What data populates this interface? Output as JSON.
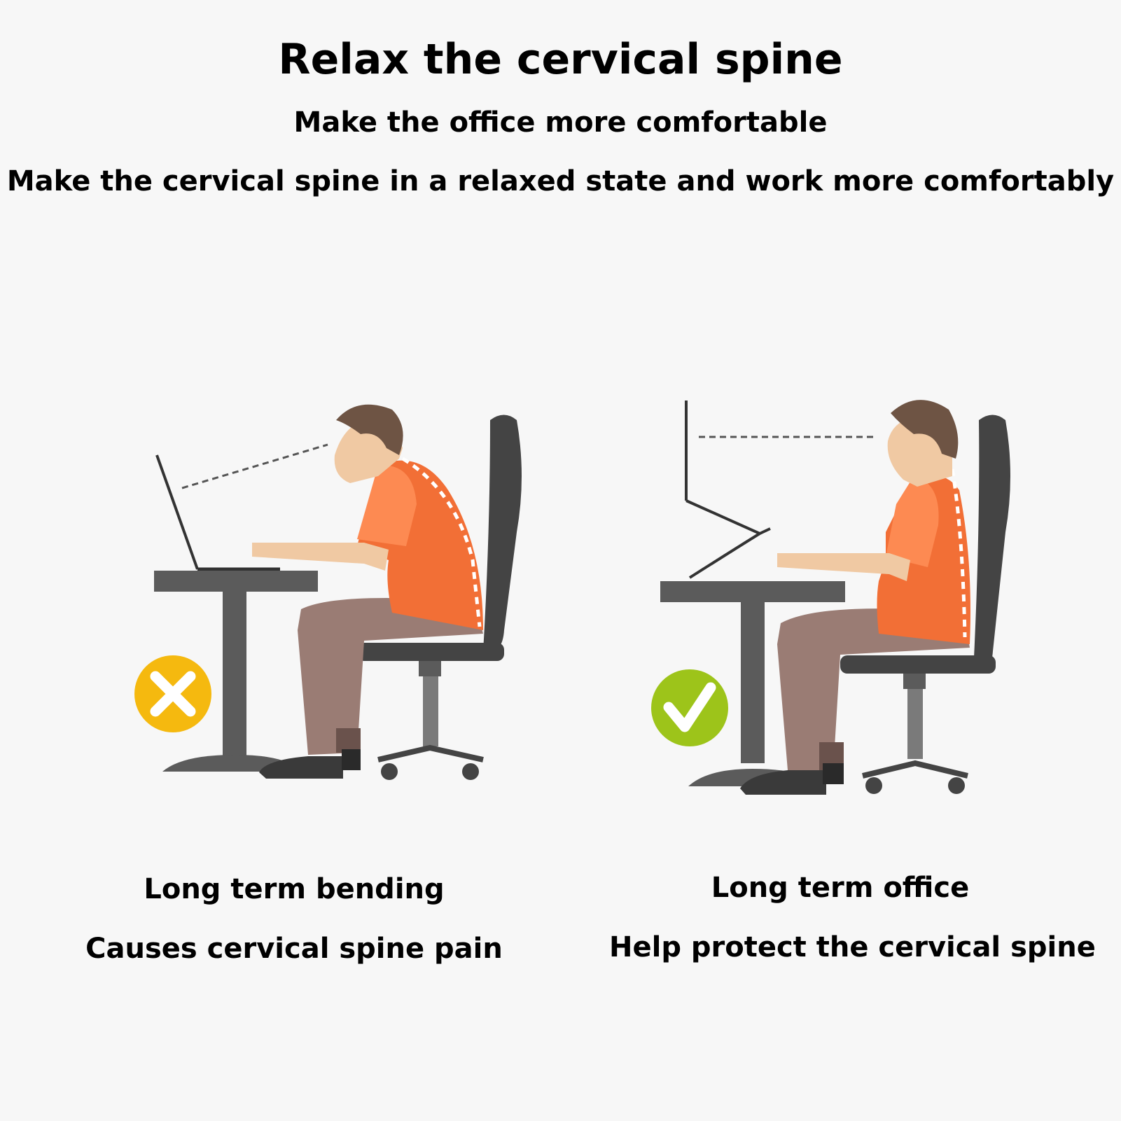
{
  "header": {
    "title": "Relax the cervical spine",
    "subtitle": "Make the office more comfortable",
    "description": "Make the cervical spine in a relaxed state and work more comfortably"
  },
  "panels": [
    {
      "status_icon": "cross-icon",
      "status_color": "#f5b90f",
      "line1": "Long term bending",
      "line2": "Causes cervical spine pain"
    },
    {
      "status_icon": "check-icon",
      "status_color": "#9dc41a",
      "line1": "Long term office",
      "line2": "Help protect the cervical spine"
    }
  ],
  "colors": {
    "shirt": "#f26f36",
    "shirt_light": "#fd8a52",
    "pants": "#9a7c74",
    "skin": "#f0c9a3",
    "hair": "#6e5444",
    "furniture": "#5b5b5b",
    "chair": "#444444"
  }
}
